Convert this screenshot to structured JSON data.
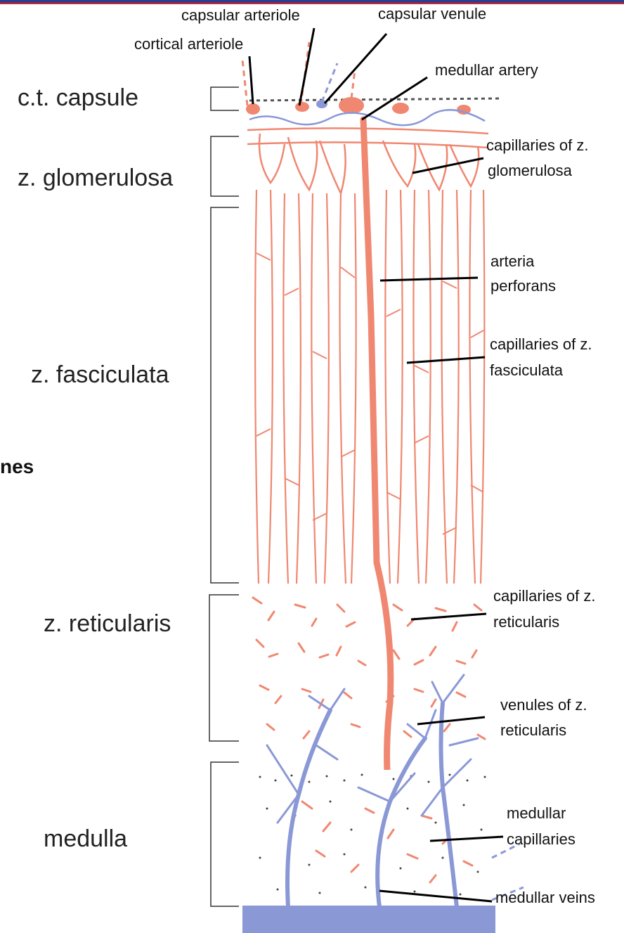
{
  "truncated_left_text": "nes",
  "zones": [
    {
      "id": "capsule",
      "label": "c.t. capsule"
    },
    {
      "id": "glomerulosa",
      "label": "z. glomerulosa"
    },
    {
      "id": "fasciculata",
      "label": "z. fasciculata"
    },
    {
      "id": "reticularis",
      "label": "z. reticularis"
    },
    {
      "id": "medulla",
      "label": "medulla"
    }
  ],
  "labels": {
    "capsular_arteriole": "capsular arteriole",
    "cortical_arteriole": "cortical arteriole",
    "capsular_venule": "capsular venule",
    "medullar_artery": "medullar artery",
    "cap_glom_1": "capillaries of z.",
    "cap_glom_2": "glomerulosa",
    "arteria_1": "arteria",
    "arteria_2": "perforans",
    "cap_fasc_1": "capillaries of z.",
    "cap_fasc_2": "fasciculata",
    "cap_ret_1": "capillaries of z.",
    "cap_ret_2": "reticularis",
    "ven_ret_1": "venules of z.",
    "ven_ret_2": "reticularis",
    "med_cap_1": "medullar",
    "med_cap_2": "capillaries",
    "med_veins": "medullar veins"
  },
  "colors": {
    "artery": "#f08770",
    "vein": "#8a98d6",
    "leader": "#000000",
    "bracket": "#333333"
  }
}
